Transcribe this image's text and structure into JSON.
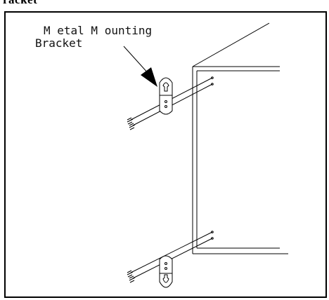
{
  "header": {
    "cut_title": "racket"
  },
  "callout": {
    "line1": "M etal M ounting",
    "line2": "Bracket"
  },
  "colors": {
    "ink": "#000000",
    "paper": "#ffffff"
  }
}
